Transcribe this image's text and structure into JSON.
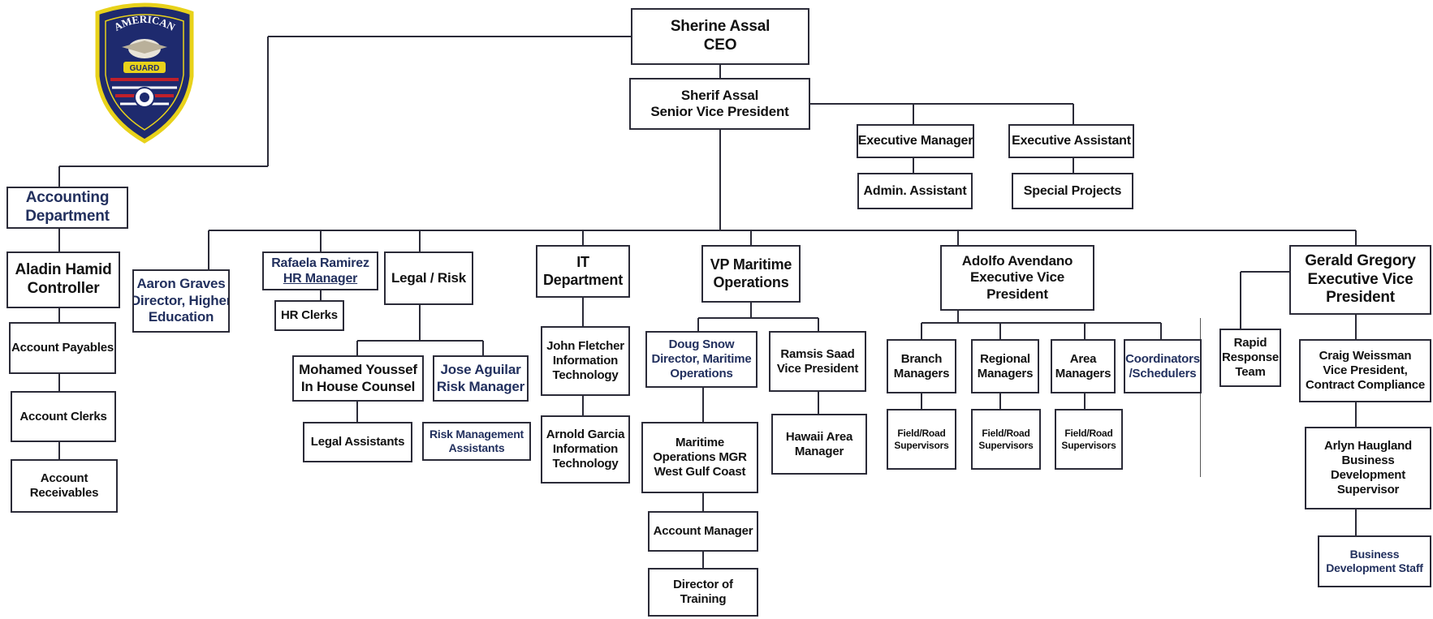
{
  "logo": {
    "text_top": "AMERICAN",
    "text_banner": "GUARD",
    "colors": {
      "outline": "#e8d21a",
      "shield": "#1e2a6e",
      "stripe_red": "#c0202a"
    }
  },
  "boxes": {
    "ceo": [
      "Sherine Assal",
      "CEO"
    ],
    "svp": [
      "Sherif Assal",
      "Senior Vice President"
    ],
    "exec_manager": [
      "Executive Manager"
    ],
    "exec_assistant": [
      "Executive Assistant"
    ],
    "admin_assistant": [
      "Admin. Assistant"
    ],
    "special_projects": [
      "Special Projects"
    ],
    "accounting": [
      "Accounting",
      "Department"
    ],
    "controller": [
      "Aladin Hamid",
      "Controller"
    ],
    "payables": [
      "Account Payables"
    ],
    "clerks": [
      "Account Clerks"
    ],
    "receivables": [
      "Account",
      "Receivables"
    ],
    "aaron": [
      "Aaron Graves",
      "Director, Higher",
      "Education"
    ],
    "hr_manager": [
      "Rafaela Ramirez",
      "HR Manager"
    ],
    "hr_clerks": [
      "HR Clerks"
    ],
    "legal": [
      "Legal / Risk"
    ],
    "counsel": [
      "Mohamed Youssef",
      "In House Counsel"
    ],
    "risk_manager": [
      "Jose Aguilar",
      "Risk Manager"
    ],
    "legal_assistants": [
      "Legal Assistants"
    ],
    "risk_assistants": [
      "Risk Management",
      "Assistants"
    ],
    "it": [
      "IT",
      "Department"
    ],
    "fletcher": [
      "John Fletcher",
      "Information",
      "Technology"
    ],
    "garcia": [
      "Arnold Garcia",
      "Information",
      "Technology"
    ],
    "vp_maritime": [
      "VP Maritime",
      "Operations"
    ],
    "doug": [
      "Doug Snow",
      "Director, Maritime",
      "Operations"
    ],
    "ramsis": [
      "Ramsis Saad",
      "Vice President"
    ],
    "maritime_mgr": [
      "Maritime",
      "Operations MGR",
      "West Gulf Coast"
    ],
    "hawaii": [
      "Hawaii Area",
      "Manager"
    ],
    "account_manager": [
      "Account Manager"
    ],
    "training": [
      "Director of",
      "Training"
    ],
    "adolfo": [
      "Adolfo Avendano",
      "Executive Vice",
      "President"
    ],
    "branch": [
      "Branch",
      "Managers"
    ],
    "regional": [
      "Regional",
      "Managers"
    ],
    "area": [
      "Area",
      "Managers"
    ],
    "coordinators": [
      "Coordinators",
      "/Schedulers"
    ],
    "field1": [
      "Field/Road",
      "Supervisors"
    ],
    "field2": [
      "Field/Road",
      "Supervisors"
    ],
    "field3": [
      "Field/Road",
      "Supervisors"
    ],
    "gerald": [
      "Gerald Gregory",
      "Executive Vice",
      "President"
    ],
    "rapid": [
      "Rapid",
      "Response",
      "Team"
    ],
    "craig": [
      "Craig Weissman",
      "Vice President,",
      "Contract Compliance"
    ],
    "arlyn": [
      "Arlyn Haugland",
      "Business",
      "Development",
      "Supervisor"
    ],
    "bizdev": [
      "Business",
      "Development Staff"
    ]
  }
}
